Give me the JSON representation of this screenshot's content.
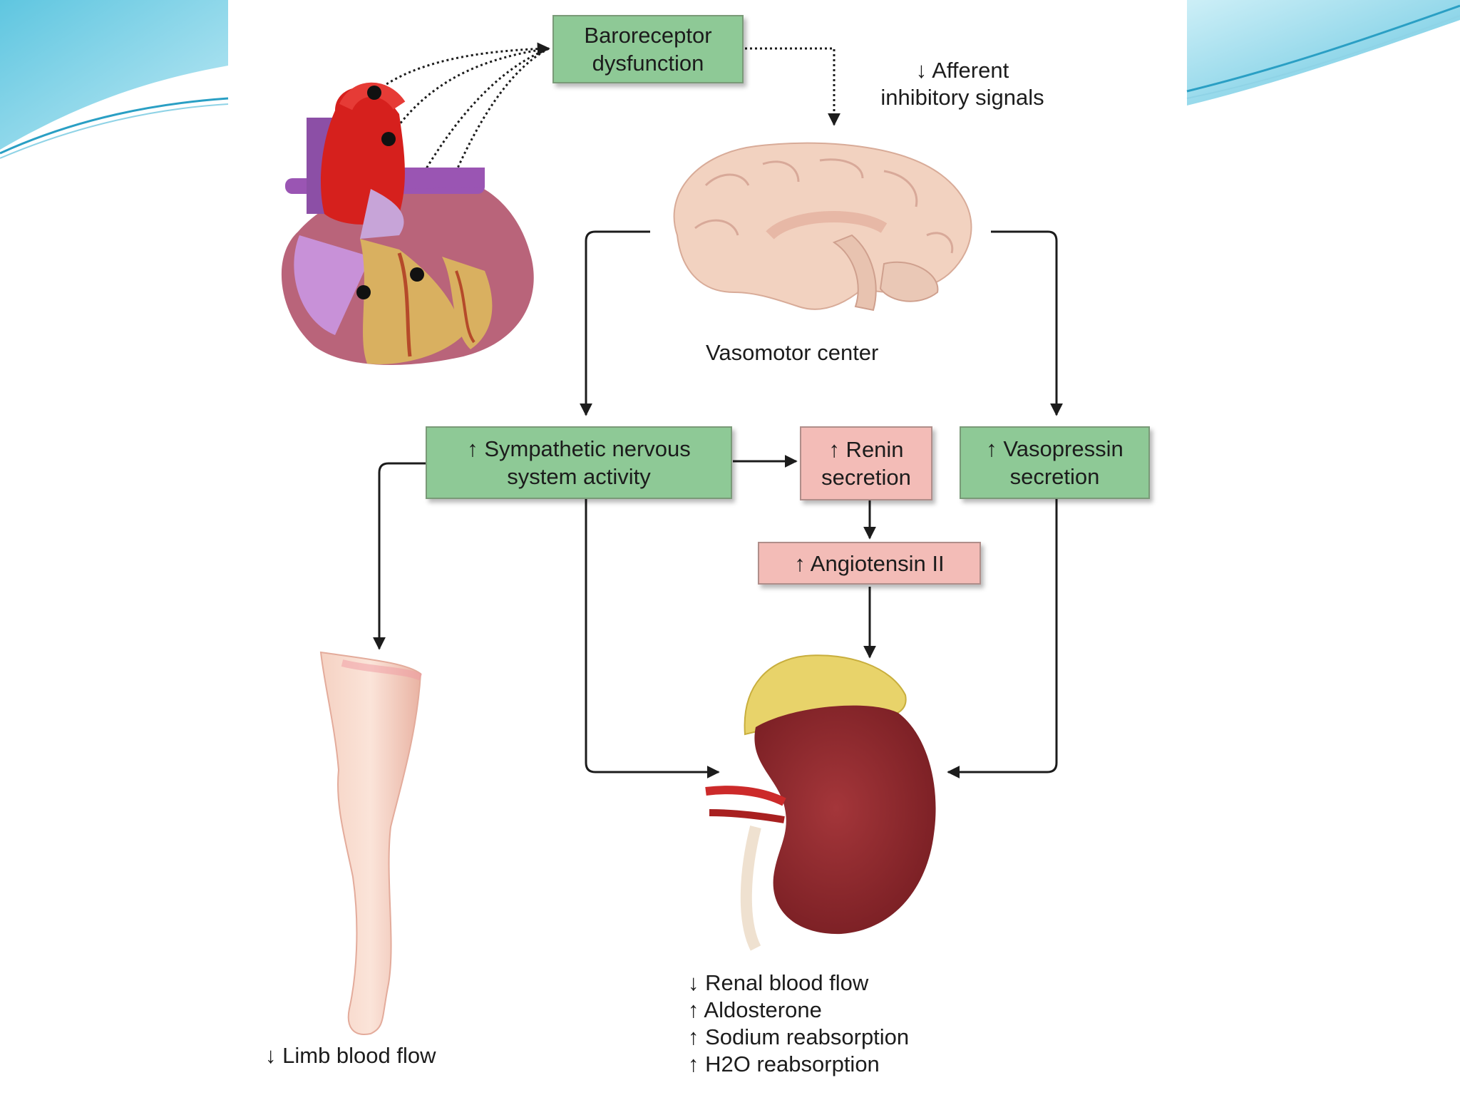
{
  "colors": {
    "process_box": "#8ec996",
    "hormone_box": "#f3bcb7",
    "slide_swoosh": "#5fc6e0",
    "arrow": "#1c1c1c"
  },
  "diagram": {
    "baroreceptor_box": "Baroreceptor\ndysfunction",
    "afferent_label": "↓ Afferent\ninhibitory signals",
    "vasomotor_label": "Vasomotor center",
    "sympathetic_box": "↑ Sympathetic nervous\nsystem activity",
    "renin_box": "↑ Renin\nsecretion",
    "vasopressin_box": "↑ Vasopressin\nsecretion",
    "angiotensin_box": "↑ Angiotensin II",
    "limb_label": "↓ Limb blood flow",
    "renal_effects": [
      "↓ Renal blood flow",
      "↑ Aldosterone",
      "↑ Sodium reabsorption",
      "↑ H2O reabsorption"
    ]
  },
  "illustrations": [
    "heart-illustration",
    "brain-illustration",
    "leg-illustration",
    "kidney-illustration"
  ]
}
